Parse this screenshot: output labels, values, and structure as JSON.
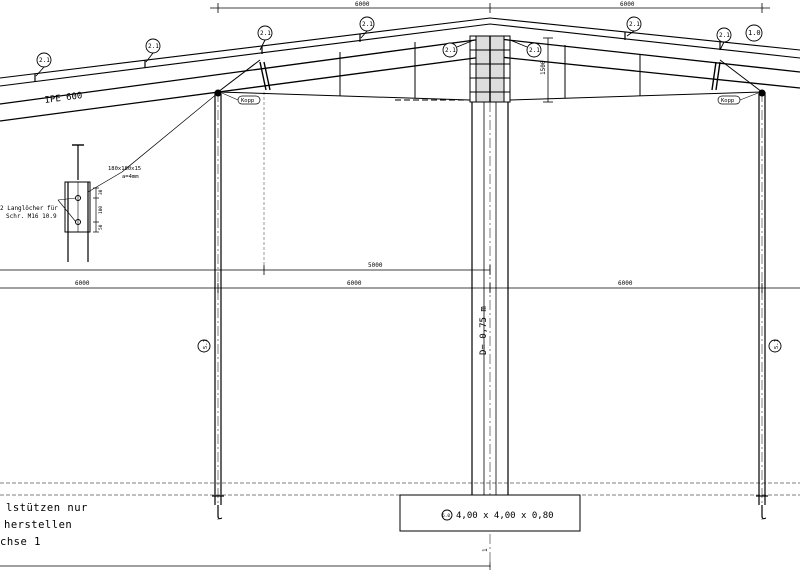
{
  "profile_label": "IPE 600",
  "dimensions": {
    "top_left": "6000",
    "top_right": "6000",
    "purlin_span": "5000",
    "bay_left": "6000",
    "bay_mid": "6000",
    "bay_right": "6000",
    "haunch_depth": "1500"
  },
  "callouts": [
    "2.1",
    "2.1",
    "2.1",
    "2.1",
    "2.1",
    "2.1",
    "2.1",
    "2.1",
    "1.0"
  ],
  "column_mark_left": "5.1",
  "column_mark_right": "5.1",
  "bracing_labels": [
    "Kopp",
    "Kopp"
  ],
  "detail": {
    "plate": "180x180x15",
    "plate_sub": "a=4mm",
    "holes_line1": "2 Langlöcher für",
    "holes_line2": "Schr. M16 10.9",
    "dim_small_1": "30",
    "dim_small_2": "100",
    "dim_small_3": "50"
  },
  "center_column_label": "D= 0,75 m",
  "foundation": {
    "mark": "6.0",
    "text": "4,00 x 4,00 x 0,80"
  },
  "notes": [
    "lstützen nur",
    "herstellen",
    "chse 1"
  ],
  "bottom_axis_label": "1"
}
